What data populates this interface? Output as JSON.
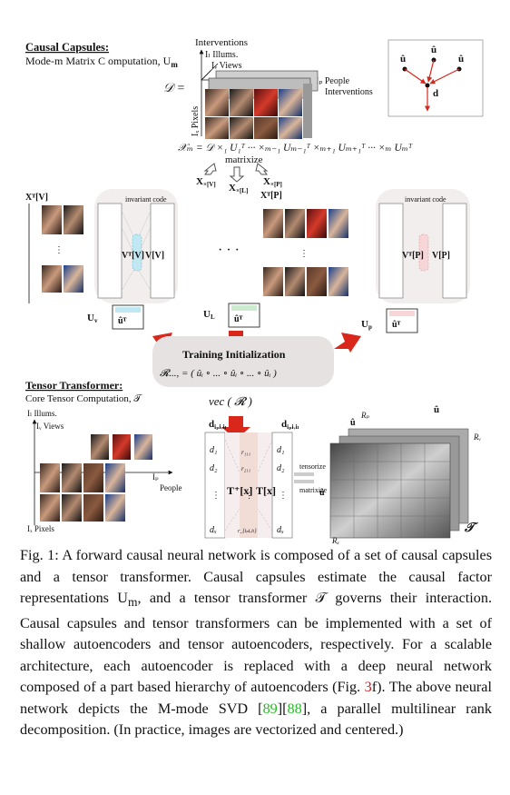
{
  "causal_capsules": {
    "title": "Causal Capsules:",
    "subtitle": "Mode-m Matrix C omputation, U",
    "subtitle_sub": "m",
    "axes": {
      "interventions": "Interventions",
      "illums": "I",
      "illums_label": "Illums.",
      "views": "I",
      "views_label": "Views",
      "people": "People",
      "people_interventions": "Interventions",
      "pixels": "Pixels",
      "data_tensor": "𝒟 ="
    },
    "equation": "𝒳ₘ = 𝒟 ×₁ U₁ᵀ ··· ×ₘ₋₁ Uₘ₋₁ᵀ ×ₘ₊₁ Uₘ₊₁ᵀ ··· ×ₘ Uₘᵀ",
    "matrixize": "matrixize",
    "matrices": [
      "X",
      "X",
      "X"
    ],
    "matrix_subs": [
      "×[V]",
      "×[L]",
      "×[P]"
    ],
    "invariant_code": "invariant code",
    "ellipsis": "· · ·",
    "u_results": [
      "U",
      "U",
      "U"
    ],
    "u_result_subs": [
      "v",
      "L",
      "p"
    ],
    "inset_labels": [
      "û",
      "û",
      "û",
      "d"
    ]
  },
  "training": {
    "title": "Training Initialization",
    "formula": "𝓡..., = ( ûᵢ ∘ ... ∘ ûᵢ ∘ ... ∘ ûᵢ )"
  },
  "tensor_transformer": {
    "title": "Tensor Transformer:",
    "subtitle": "Core  Tensor Computation, 𝒯",
    "vec": "vec ( 𝓡 )",
    "axes": {
      "illums": "Illums.",
      "views": "Views",
      "people": "People",
      "pixels": "Pixels"
    },
    "d_left": [
      "d₁",
      "d₂",
      "⋮",
      "dₓ"
    ],
    "d_right": [
      "d₁",
      "d₂",
      "⋮",
      "dₓ"
    ],
    "r_values": [
      "r₁₁₁",
      "r₂₁₁",
      "⋮",
      "r_{iₚiᵥiₗ}"
    ],
    "t_left": "T⁺[x]",
    "t_right": "T[x]",
    "tensorize": "tensorize",
    "matrixize": "matrixize",
    "tensor_symbol": "𝒯"
  },
  "caption": {
    "prefix": "Fig. 1: A forward causal neural network is composed of a set of causal capsules and a tensor transformer. Causal capsules estimate the causal factor representations U",
    "sub_m": "m",
    "part2": ", and a tensor transformer 𝒯 governs their interaction. Causal capsules and tensor transformers can be implemented with a set of shallow autoencoders and tensor autoencoders, respectively. For a scalable architecture, each autoencoder is replaced with a deep neural network composed of a part based hierarchy of autoencoders (Fig. ",
    "fig_ref": "3",
    "part3": "f). The above neural network depicts the M-mode SVD [",
    "cite1": "89",
    "part4": "][",
    "cite2": "88",
    "part5": "], a parallel multilinear rank decomposition. (In practice, images are vectorized and centered.)"
  },
  "colors": {
    "arrow_red": "#d9271c",
    "capsule_bg": "#f3eeee",
    "code_cyan": "#bfe8f2",
    "code_green": "#cdeccf",
    "code_pink": "#f6d6d6",
    "cite_green": "#22c022",
    "ref_red": "#d11a1a"
  }
}
